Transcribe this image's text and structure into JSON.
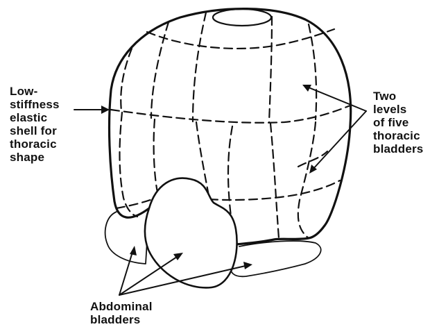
{
  "labels": {
    "shell": [
      "Low-",
      "stiffness",
      "elastic",
      "shell for",
      "thoracic",
      "shape"
    ],
    "thoracic": [
      "Two",
      "levels",
      "of five",
      "thoracic",
      "bladders"
    ],
    "abdominal": [
      "Abdominal",
      "bladders"
    ]
  },
  "colors": {
    "ink": "#111111",
    "background": "#ffffff"
  }
}
